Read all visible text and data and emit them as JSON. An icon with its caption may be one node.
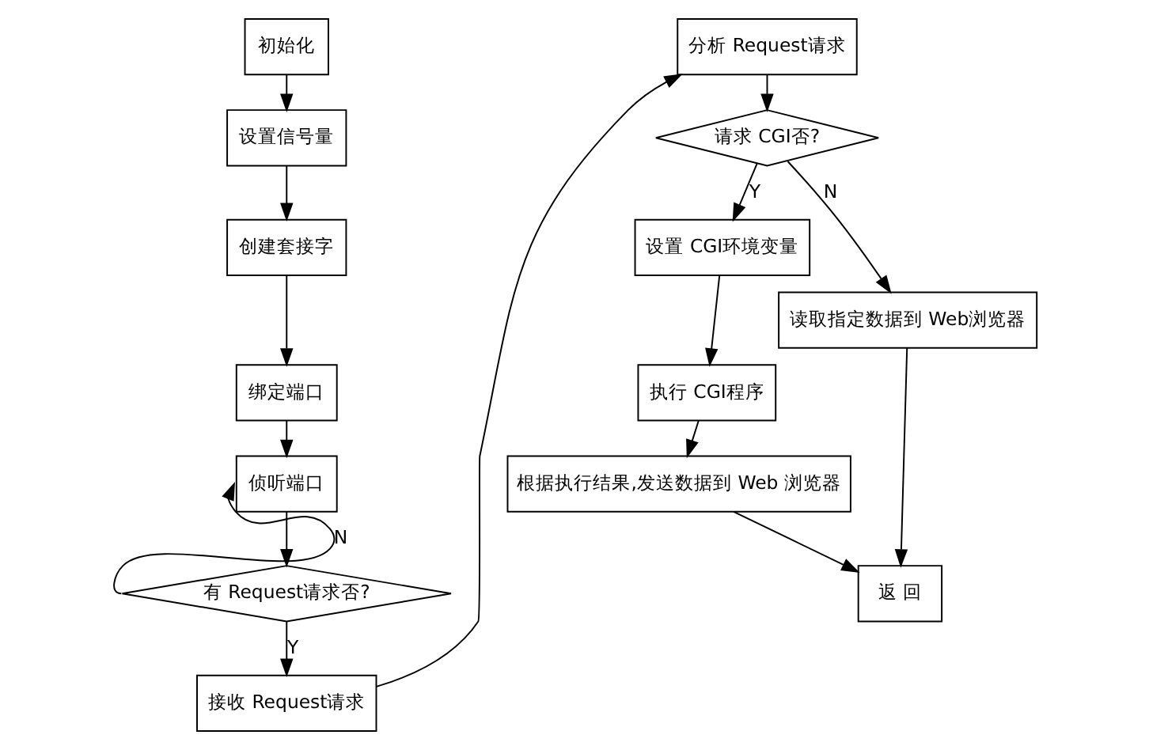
{
  "diagram": {
    "nodes": [
      {
        "text": [
          "初始化"
        ]
      },
      {
        "text": [
          "设置信号量"
        ]
      },
      {
        "text": [
          "创建套接字"
        ]
      },
      {
        "text": [
          "绑定端口"
        ]
      },
      {
        "text": [
          "侦听端口"
        ]
      },
      {
        "text": [
          "有 Request请求否?"
        ]
      },
      {
        "text": [
          "接收 Request请求"
        ]
      },
      {
        "text": [
          "分析 Request请求"
        ]
      },
      {
        "text": [
          "请求 CGI否?"
        ]
      },
      {
        "text": [
          "设置 CGI环境变量"
        ]
      },
      {
        "text": [
          "执行 CGI程序"
        ]
      },
      {
        "text": [
          "根据执行结果,发送数据到 Web 浏览器"
        ]
      },
      {
        "text": [
          "读取指定数据到 Web浏览器"
        ]
      },
      {
        "text": [
          "返 回"
        ]
      }
    ],
    "edges": [
      {
        "from": 0,
        "to": 1,
        "arrow": "to"
      },
      {
        "from": 1,
        "to": 2,
        "arrow": "to"
      },
      {
        "from": 2,
        "to": 3,
        "arrow": "to"
      },
      {
        "from": 3,
        "to": 4,
        "arrow": "to"
      },
      {
        "from": 4,
        "to": 5,
        "arrow": "to"
      },
      {
        "from": 5,
        "to": 6,
        "arrow": "to",
        "label": "Y"
      },
      {
        "from": 5,
        "to": 4,
        "arrow": "to",
        "label": "N"
      },
      {
        "from": 6,
        "to": 7,
        "arrow": "to"
      },
      {
        "from": 7,
        "to": 8,
        "arrow": "to"
      },
      {
        "from": 8,
        "to": 9,
        "arrow": "to",
        "label": "Y"
      },
      {
        "from": 8,
        "to": 12,
        "arrow": "to",
        "label": "N"
      },
      {
        "from": 9,
        "to": 10,
        "arrow": "to"
      },
      {
        "from": 10,
        "to": 11,
        "arrow": "to"
      },
      {
        "from": 11,
        "to": 13,
        "arrow": "to"
      },
      {
        "from": 12,
        "to": 13,
        "arrow": "to"
      }
    ]
  }
}
